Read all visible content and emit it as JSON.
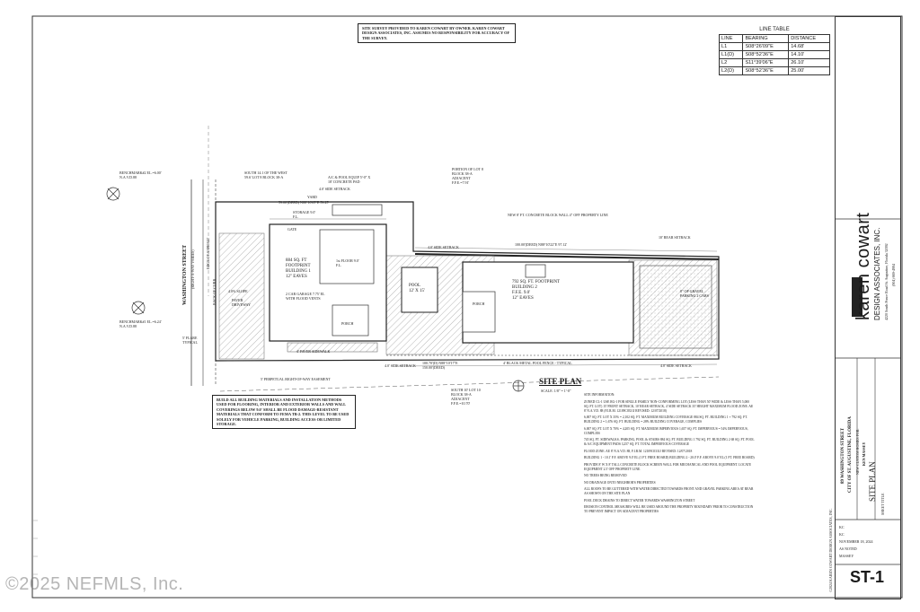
{
  "survey_note": "SITE SURVEY PROVIDED TO KAREN COWART BY OWNER. KAREN COWART DESIGN ASSOCIATES, INC. ASSUMES NO RESPONSIBILITY FOR ACCURACY OF THE SURVEY.",
  "line_table": {
    "title": "LINE TABLE",
    "headers": [
      "LINE",
      "BEARING",
      "DISTANCE"
    ],
    "rows": [
      [
        "L1",
        "S08°26'09\"E",
        "14.68'"
      ],
      [
        "L1(D)",
        "S08°52'36\"E",
        "14.10'"
      ],
      [
        "L2",
        "S11°39'06\"E",
        "26.10'"
      ],
      [
        "L2(D)",
        "S08°52'36\"E",
        "25.00'"
      ]
    ]
  },
  "plan": {
    "street": "WASHINGTON STREET",
    "street_sub": "(RIGHT-A-WAY VARIES)",
    "edge_asphalt": "EDGE OF ASPHALT",
    "back_curb": "BACK OF CURB",
    "benchmark2": "BENCHMARK#2 EL.=6.00' N.A.V.D.88",
    "benchmark1": "BENCHMARK#1 EL.=6.24' N.A.V.D.88",
    "flare": "5' FLARE TYPICAL",
    "lot_south": "SOUTH 14.1 OF THE WEST 59.6' LOT 8 BLOCK 38-A",
    "portion_lot": "PORTION OF LOT 8 BLOCK 38-A ADJACENT F.F.E.=7.91'",
    "south_lot": "SOUTH 10' LOT 10 BLOCK 38-A ADJACENT F.F.E.=10.70'",
    "deed_top": "59.00'(DEED) N88°10'05\"E 59.25'",
    "storage": "STORAGE 9.0' F.L.",
    "ac_pool": "A/C & POOL EQUIP 5'-0\" X 18' CONCRETE PAD",
    "yard": "YARD",
    "gate": "GATE",
    "side_setback_4": "4.0' SIDE SETBACK",
    "wall_note": "NEW 8' FT. CONCRETE BLOCK WALL 4\" OFF PROPERTY LINE",
    "deed_long": "100.00'(DEED) N88°10'22\"E 97.12'",
    "rear_setback": "10' REAR SETBACK",
    "bldg1_title": "884 SQ. FT FOOTPRINT",
    "bldg1_name": "BUILDING 1",
    "bldg1_eaves": "12\" EAVES",
    "first_floor": "1st FLOOR 9.0' F.L.",
    "garage": "2 CAR GARAGE 7.75' EL WITH FLOOD VENTS",
    "slope": "4.0% SLOPE",
    "paver_drive": "PAVER DRIVEWAY",
    "porch1": "PORCH",
    "pool": "POOL",
    "pool_size": "12' X 15'",
    "porch2": "PORCH",
    "bldg2_title": "792 SQ. FT. FOOTPRINT",
    "bldg2_name": "BUILDING 2",
    "bldg2_ffe": "F.F.E. 9.0'",
    "bldg2_eaves": "12\" EAVES",
    "gravel": "8\" OP GRAVEL PARKING 2 CARS",
    "paver_walk": "4' PAVER SIDEWALK",
    "black_fence": "4' BLACK METAL POOL FENCE - TYPICAL",
    "deed_bottom": "100.70'(D) N88°10'17\"E 150.00'(DEED)",
    "easement": "5' PERPETUAL RIGHT-OF-WAY EASEMENT",
    "site_plan_title": "SITE PLAN",
    "scale": "SCALE: 1/8\" = 1'-0\"",
    "build_note": "BUILD ALL BUILDING MATERIALS AND INSTALLATION METHODS USED FOR FLOORING, INTERIOR AND EXTERIOR WALLS AND WALL COVERINGS BELOW 9.0' SHALL BE FLOOD DAMAGE-RESISTANT MATERIALS THAT CONFORM TO FEMA TB-2. THIS LEVEL TO BE USED SOLELY FOR VEHICLE PARKING, BUILDING ACCESS OR LIMITED STORAGE."
  },
  "site_info": [
    "SITE INFORMATION:",
    "ZONED CL-1 USE RG-1 FOR SINGLE FAMILY NON-CONFORMING LOT (LESS THAN 50' WIDE & LESS THAN 5,000 SQ. FT. LOT) 15' FRONT SETBACK, 10' REAR SETBACK, 4' SIDE SETBACK 35' HEIGHT MAXIMUM FLOOD ZONE: AE 8' N.A.V.D. 88 (F.I.R.M. 12109C0331J REVISED: 12/07/2018)",
    "6,007 SQ. FT. LOT X 35% = 2,102 SQ. FT. MAXIMUM BUILDING COVERAGE 884 SQ. FT. BUILDING 1 + 792 SQ. FT. BUILDING 2 = 1,676 SQ. FT. BUILDING = 28% BUILDING COVERAGE, COMPLIES",
    "6,007 SQ. FT. LOT X 70% = 4,205 SQ. FT. MAXIMUM IMPERVIOUS 1,657 SQ. FT. IMPERVIOUS = 54% IMPERVIOUS, COMPLIES",
    "745 SQ. FT. SIDEWALKS, PARKING, POOL & STAIRS 884 SQ. FT. BUILDING 1 792 SQ. FT. BUILDING 2 68 SQ. FT. POOL & A/C EQUIPMENT PADS 3,257 SQ. FT. TOTAL IMPERVIOUS COVERAGE",
    "FLOOD ZONE: AE 8' N.A.V.D. 88, F.I.R.M. 12109C0331J REVISED: 12/07/2018",
    "BUILDING 1 - 10.1' F.F. ABOVE 9.0' EL (1 FT. FREE BOARD) BUILDING 2 - 20.0' F.F. ABOVE 9.0' EL (1 FT. FREE BOARD)",
    "PROVIDE 8' W X 8' TALL CONCRETE BLOCK SCREEN WALL FOR MECHANICAL AND POOL EQUIPMENT. LOCATE EQUIPMENT 2.5' OFF PROPERTY LINE.",
    "NO TREES BEING REMOVED",
    "NO DRAINAGE ONTO NEIGHBOR'S PROPERTIES",
    "ALL ROOFS TO BE GUTTERED WITH WATER DIRECTED TOWARDS FRONT AND GRAVEL PARKING AREA AT REAR AS SHOWN ON THE SITE PLAN",
    "POOL DECK DRAINS TO DIRECT WATER TOWARDS WASHINGTON STREET",
    "EROSION CONTROL MEASURES WILL BE USED AROUND THE PROPERTY BOUNDARY PRIOR TO CONSTRUCTION TO PREVENT IMPACT ON ADJACENT PROPERTIES"
  ],
  "title_block": {
    "company_line1": "karen cowart",
    "company_line2": "DESIGN ASSOCIATES, INC.",
    "address": "4220 South Ponce Road St. Augustine, Florida 32092",
    "phone": "(904) 669-4994",
    "project_line1": "89 WASHINGTON STREET",
    "project_line2": "CITY OF ST. AUGUSTINE, FLORIDA",
    "project_line3": "NEW CUSTOM HOMES FOR:",
    "project_line4": "KEN MASSEY",
    "sheet_title": "SITE PLAN",
    "sheet_label": "SHEET TITLE",
    "drawn_by": "KC",
    "checked": "KC",
    "date": "NOVEMBER 18, 2024",
    "scale": "AS NOTED",
    "job_name": "MASSEY",
    "sheet_no": "ST-1",
    "copyright": "©2024 KAREN COWART DESIGN ASSOCIATES, INC."
  },
  "watermark": "©2025 NEFMLS, Inc."
}
